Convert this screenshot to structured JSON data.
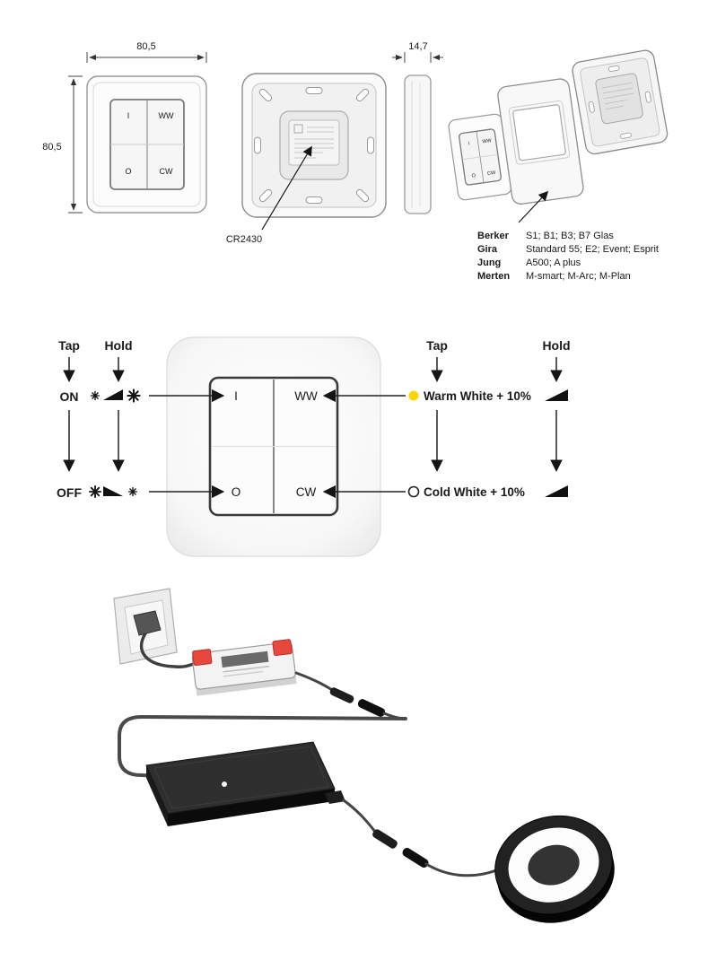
{
  "technical": {
    "front_width": "80,5",
    "front_height": "80,5",
    "side_depth": "14,7",
    "battery": "CR2430"
  },
  "switch_buttons": {
    "top_left": "I",
    "top_right": "WW",
    "bottom_left": "O",
    "bottom_right": "CW"
  },
  "compatibility": {
    "rows": [
      {
        "brand": "Berker",
        "models": "S1; B1; B3; B7 Glas"
      },
      {
        "brand": "Gira",
        "models": "Standard 55; E2; Event; Esprit"
      },
      {
        "brand": "Jung",
        "models": "A500; A plus"
      },
      {
        "brand": "Merten",
        "models": "M-smart; M-Arc; M-Plan"
      }
    ]
  },
  "function_diagram": {
    "left": {
      "tap": "Tap",
      "hold": "Hold",
      "on": "ON",
      "off": "OFF"
    },
    "right": {
      "tap": "Tap",
      "hold": "Hold",
      "warm": "Warm White + 10%",
      "cold": "Cold White + 10%"
    }
  },
  "colors": {
    "warm_dot": "#ffd400",
    "cold_dot": "#ffffff",
    "accent_red": "#e8473e"
  }
}
